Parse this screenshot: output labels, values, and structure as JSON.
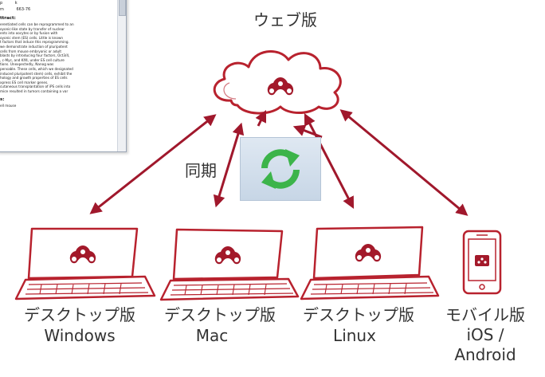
{
  "document_snippet": {
    "meta_left": "p",
    "meta_mid": "k",
    "meta_row2_left": "m",
    "meta_row2_right": "663-76",
    "heading": "ttract:",
    "lines": [
      "erentiated cells can be reprogrammed to an",
      "oyonic-like state by transfer of nuclear",
      "ents into oocytes or by fusion with",
      "oyonic stem (ES) cells. Little is known",
      "t factors that induce this reprogramming.",
      "we demonstrate induction of pluripotent",
      "cells from mouse embryonic or adult",
      "blasts by introducing four factors, Oct3/4,",
      ", c-Myc, and Klf4, under ES cell culture",
      "tions. Unexpectedly, Nanog was",
      "pensable. These cells, which we designated",
      "induced pluripotent stem) cells, exhibit the",
      "hology and growth properties of ES cells",
      "xpress ES cell marker genes.",
      "cutaneous transplantation of iPS cells into",
      "mice resulted in tumors containing a var"
    ],
    "heading2": "s:",
    "footer": "ell mouse"
  },
  "labels": {
    "web": "ウェブ版",
    "sync": "同期",
    "desktop_windows_jp": "デスクトップ版",
    "desktop_windows_os": "Windows",
    "desktop_mac_jp": "デスクトップ版",
    "desktop_mac_os": "Mac",
    "desktop_linux_jp": "デスクトップ版",
    "desktop_linux_os": "Linux",
    "mobile_jp": "モバイル版",
    "mobile_os": "iOS /\nAndroid"
  },
  "colors": {
    "brand_red": "#a3192a",
    "sketch_red": "#b8222e",
    "arrow": "#a0182c",
    "sync_green": "#3cb44a",
    "text": "#333333"
  },
  "icons": {
    "cloud": "cloud-icon",
    "laptop": "laptop-icon",
    "phone": "smartphone-icon",
    "sync": "sync-icon",
    "logo": "mendeley-logo-icon"
  }
}
